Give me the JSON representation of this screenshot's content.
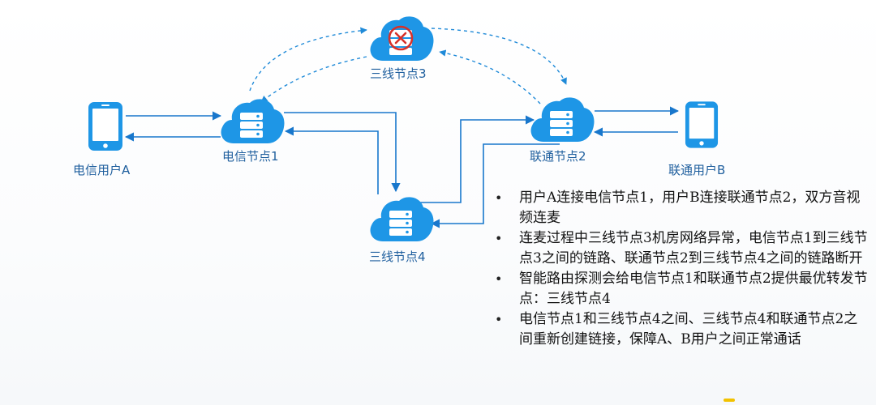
{
  "nodes": {
    "user_a": "电信用户A",
    "telecom_node_1": "电信节点1",
    "triline_node_3": "三线节点3",
    "unicom_node_2": "联通节点2",
    "user_b": "联通用户B",
    "triline_node_4": "三线节点4"
  },
  "notes": [
    "用户A连接电信节点1，用户B连接联通节点2，双方音视频连麦",
    "连麦过程中三线节点3机房网络异常，电信节点1到三线节点3之间的链路、联通节点2到三线节点4之间的链路断开",
    "智能路由探测会给电信节点1和联通节点2提供最优转发节点：三线节点4",
    "电信节点1和三线节点4之间、三线节点4和联通节点2之间重新创建链接，保障A、B用户之间正常通话"
  ],
  "colors": {
    "cloud": "#1e96e6",
    "link": "#1877cc",
    "label": "#1f5f9e",
    "fault": "#d6312a"
  },
  "icons": {
    "phone": "phone-icon",
    "cloud_server": "cloud-server-icon",
    "fault": "error-x-icon"
  }
}
